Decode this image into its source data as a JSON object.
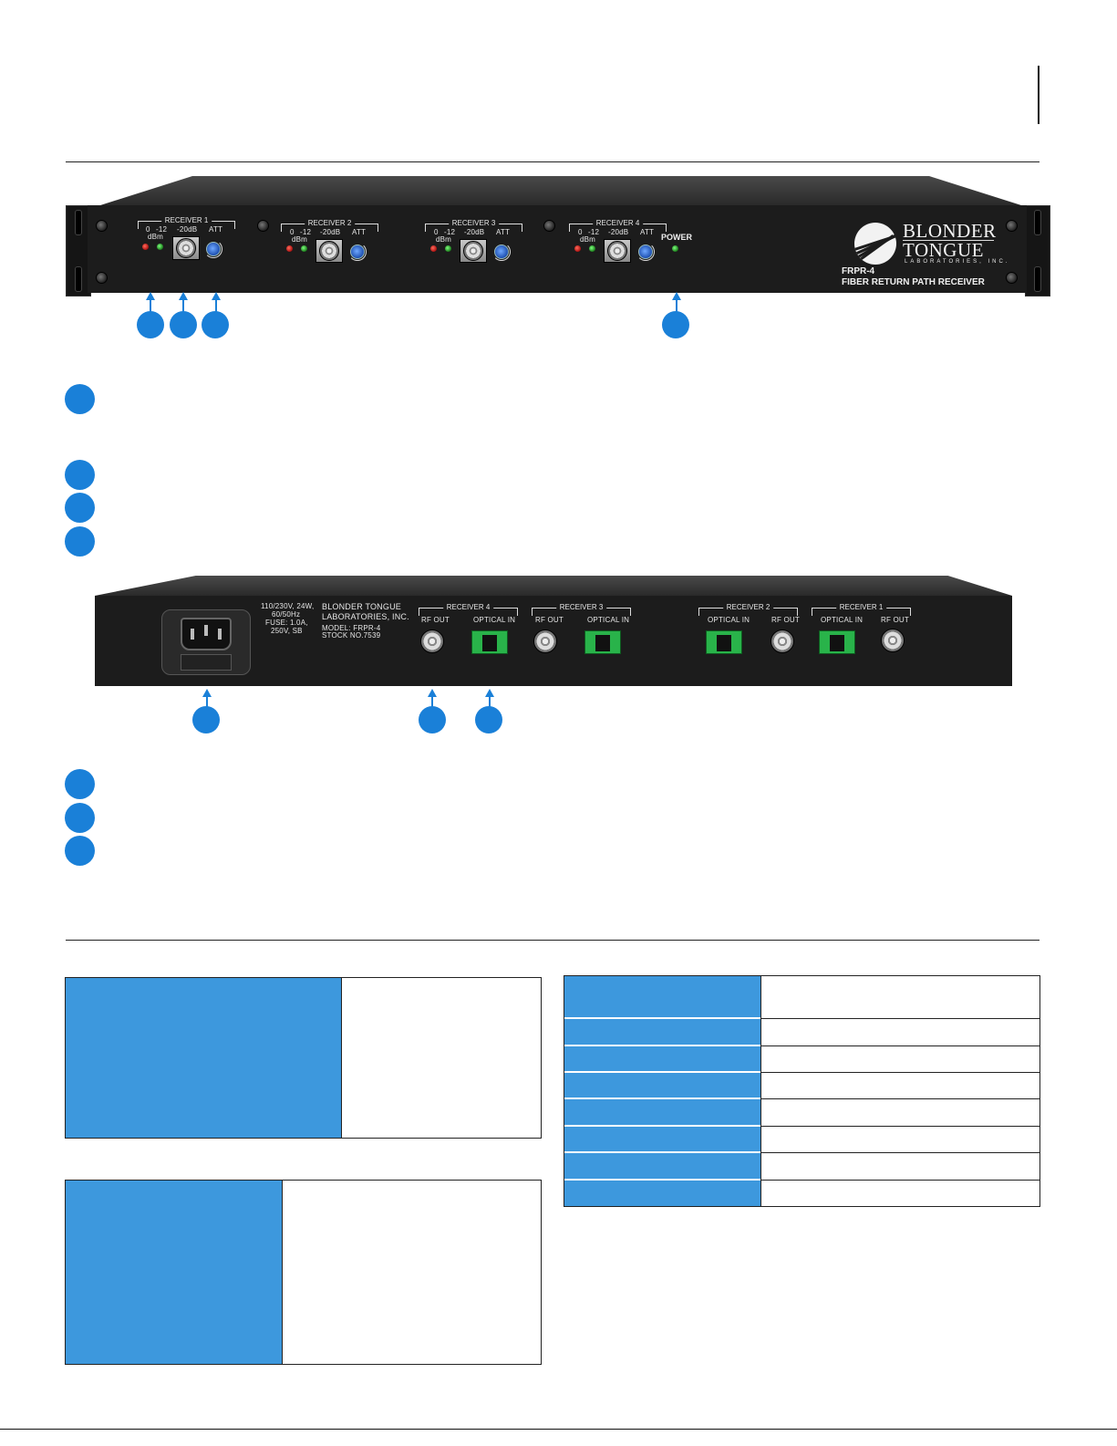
{
  "front_panel": {
    "receivers": [
      {
        "label": "RECEIVER 1"
      },
      {
        "label": "RECEIVER 2"
      },
      {
        "label": "RECEIVER 3"
      },
      {
        "label": "RECEIVER 4"
      }
    ],
    "led_label_zero": "0",
    "led_label_minus12": "-12",
    "led_unit": "dBm",
    "test_point_label": "-20dB",
    "att_label": "ATT",
    "power_label": "POWER",
    "brand_line1": "BLONDER",
    "brand_line2": "TONGUE",
    "brand_sub": "LABORATORIES, INC.",
    "model": "FRPR-4",
    "product_name": "FIBER RETURN PATH RECEIVER"
  },
  "rear_panel": {
    "power_spec_lines": [
      "110/230V, 24W,",
      "60/50Hz",
      "FUSE: 1.0A,",
      "250V, SB"
    ],
    "company_lines": [
      "BLONDER TONGUE",
      "LABORATORIES, INC."
    ],
    "model_line": "MODEL: FRPR-4",
    "stock_line": "STOCK NO.7539",
    "receivers": [
      {
        "label": "RECEIVER 4",
        "left_port": "RF OUT",
        "right_port": "OPTICAL IN"
      },
      {
        "label": "RECEIVER 3",
        "left_port": "RF OUT",
        "right_port": "OPTICAL IN"
      },
      {
        "label": "RECEIVER 2",
        "left_port": "OPTICAL IN",
        "right_port": "RF OUT"
      },
      {
        "label": "RECEIVER 1",
        "left_port": "OPTICAL IN",
        "right_port": "RF OUT"
      }
    ]
  },
  "colors": {
    "accent_blue": "#1a80d8",
    "table_blue": "#3d98dd",
    "panel_black": "#1c1c1c"
  }
}
